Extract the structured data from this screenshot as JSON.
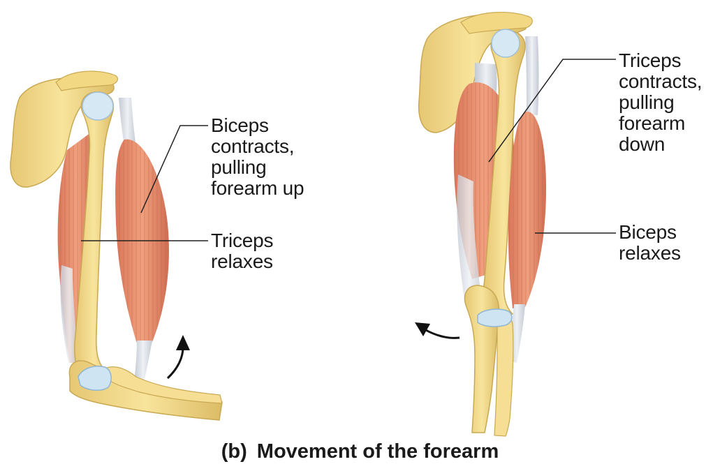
{
  "figure": {
    "caption_letter": "(b)",
    "caption_text": "Movement of the forearm"
  },
  "left_panel": {
    "biceps_label": [
      "Biceps",
      "contracts,",
      "pulling",
      "forearm up"
    ],
    "triceps_label": [
      "Triceps",
      "relaxes"
    ]
  },
  "right_panel": {
    "triceps_label": [
      "Triceps",
      "contracts,",
      "pulling",
      "forearm",
      "down"
    ],
    "biceps_label": [
      "Biceps",
      "relaxes"
    ]
  },
  "colors": {
    "bone": "#f4dc8e",
    "bone_shadow": "#d9b968",
    "muscle": "#e98e6b",
    "muscle_dark": "#c9674a",
    "tendon": "#d9dee6",
    "cartilage": "#cfe4f2",
    "leader_line": "#222222"
  }
}
